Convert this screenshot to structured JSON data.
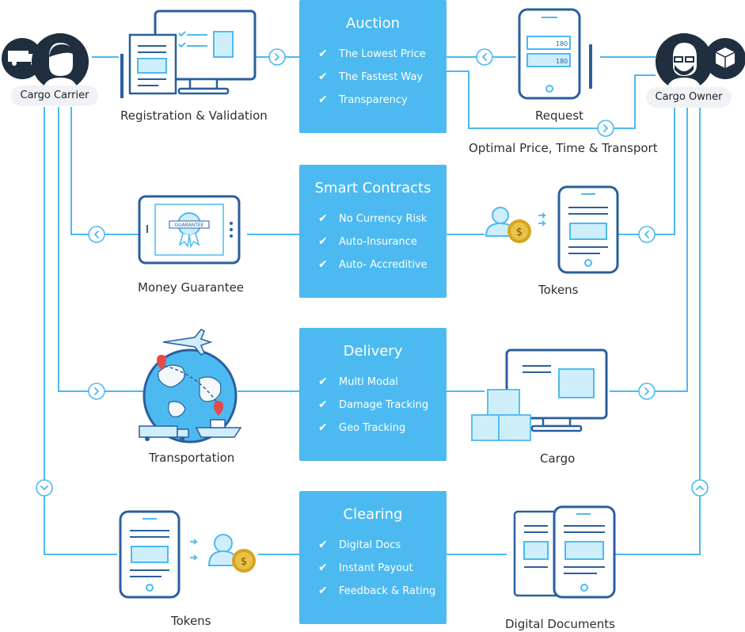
{
  "actors": {
    "carrier": "Cargo Carrier",
    "owner": "Cargo Owner"
  },
  "stages": [
    {
      "title": "Auction",
      "items": [
        "The Lowest Price",
        "The Fastest Way",
        "Transparency"
      ]
    },
    {
      "title": "Smart Contracts",
      "items": [
        "No Currency Risk",
        "Auto-Insurance",
        "Auto- Accreditive"
      ]
    },
    {
      "title": "Delivery",
      "items": [
        "Multi Modal",
        "Damage Tracking",
        "Geo Tracking"
      ]
    },
    {
      "title": "Clearing",
      "items": [
        "Digital Docs",
        "Instant Payout",
        "Feedback & Rating"
      ]
    }
  ],
  "left_labels": [
    "Registration & Validation",
    "Money Guarantee",
    "Transportation",
    "Tokens"
  ],
  "right_labels": [
    "Request",
    "Optimal Price, Time & Transport",
    "Tokens",
    "Cargo",
    "Digital Documents"
  ],
  "guarantee_text": "GUARANTEE",
  "request_values": [
    "180",
    "180"
  ],
  "colors": {
    "line": "#4cbaf0",
    "box": "#4cbaf0",
    "dark": "#2a5f9e",
    "text": "#2a2f36",
    "coin": "#d6a51f"
  }
}
